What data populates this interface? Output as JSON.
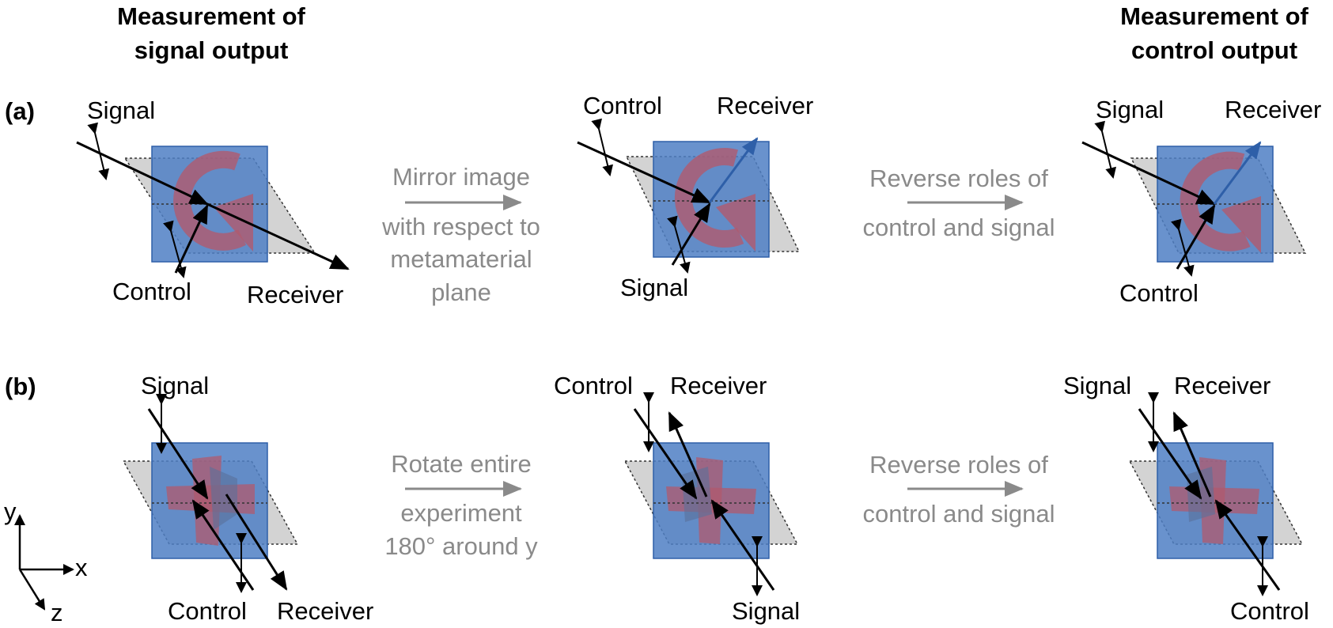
{
  "headers": {
    "left_line1": "Measurement of",
    "left_line2": "signal output",
    "right_line1": "Measurement of",
    "right_line2": "control output"
  },
  "rows": {
    "a": {
      "label": "(a)",
      "transform1": [
        "Mirror image",
        "with respect to",
        "metamaterial",
        "plane"
      ],
      "transform2": [
        "Reverse roles of",
        "control and signal"
      ],
      "panel1": {
        "signal": "Signal",
        "control": "Control",
        "receiver": "Receiver"
      },
      "panel2": {
        "control": "Control",
        "receiver": "Receiver",
        "signal": "Signal"
      },
      "panel3": {
        "signal": "Signal",
        "receiver": "Receiver",
        "control": "Control"
      }
    },
    "b": {
      "label": "(b)",
      "transform1": [
        "Rotate entire",
        "experiment",
        "180° around y"
      ],
      "transform2": [
        "Reverse roles of",
        "control and signal"
      ],
      "panel1": {
        "signal": "Signal",
        "control": "Control",
        "receiver": "Receiver"
      },
      "panel2": {
        "control": "Control",
        "receiver": "Receiver",
        "signal": "Signal"
      },
      "panel3": {
        "signal": "Signal",
        "receiver": "Receiver",
        "control": "Control"
      }
    }
  },
  "axes": {
    "y": "y",
    "x": "x",
    "z": "z"
  },
  "colors": {
    "metamaterial": "#4f7fc4",
    "metamaterial_edge": "#2e5fa8",
    "pattern": "#b05a6e",
    "plane": "#c8c8c8",
    "beam": "#000000",
    "transform_text": "#8a8a8a"
  }
}
